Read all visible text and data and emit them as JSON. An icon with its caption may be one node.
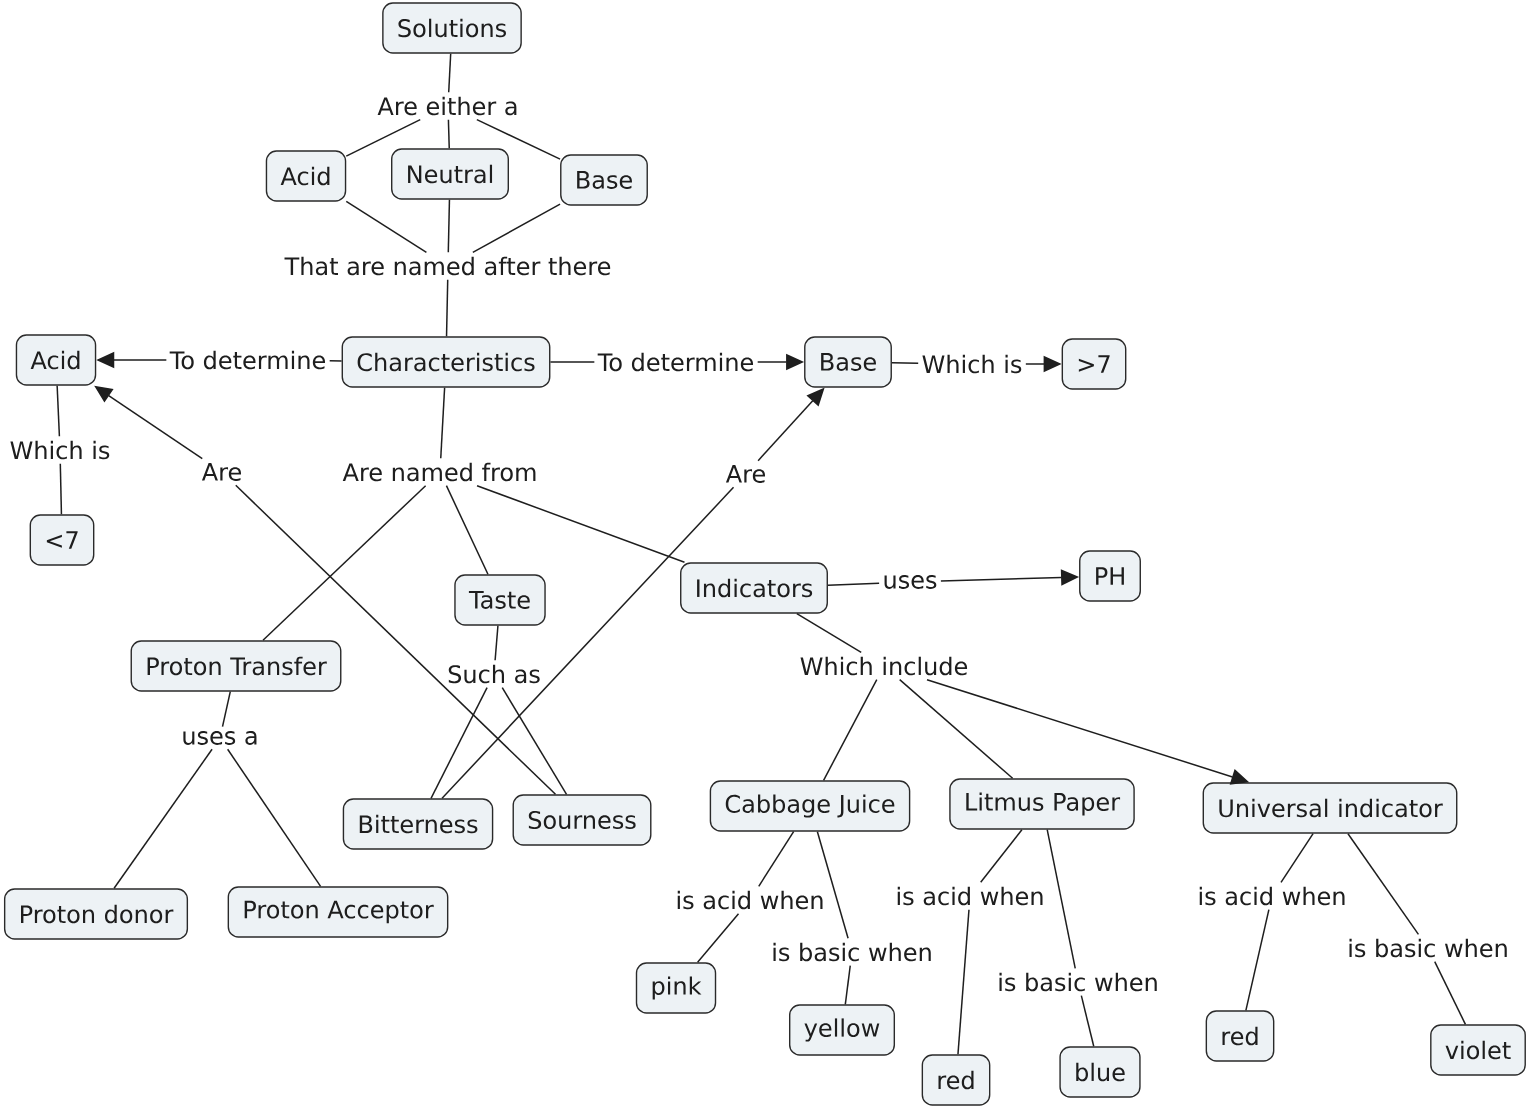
{
  "diagram": {
    "nodes": [
      {
        "text": [
          "Solutions"
        ]
      },
      {
        "text": [
          "Are either a"
        ]
      },
      {
        "text": [
          "Acid"
        ]
      },
      {
        "text": [
          "Neutral"
        ]
      },
      {
        "text": [
          "Base"
        ]
      },
      {
        "text": [
          "That are named after there"
        ]
      },
      {
        "text": [
          "Characteristics"
        ]
      },
      {
        "text": [
          "Acid"
        ]
      },
      {
        "text": [
          "To determine"
        ]
      },
      {
        "text": [
          "To determine"
        ]
      },
      {
        "text": [
          "Base"
        ]
      },
      {
        "text": [
          "Which is"
        ]
      },
      {
        "text": [
          ">7"
        ]
      },
      {
        "text": [
          "Which is"
        ]
      },
      {
        "text": [
          "<7"
        ]
      },
      {
        "text": [
          "Are"
        ]
      },
      {
        "text": [
          "Are named from"
        ]
      },
      {
        "text": [
          "Are"
        ]
      },
      {
        "text": [
          "Taste"
        ]
      },
      {
        "text": [
          "Indicators"
        ]
      },
      {
        "text": [
          "uses"
        ]
      },
      {
        "text": [
          "PH"
        ]
      },
      {
        "text": [
          "Proton Transfer"
        ]
      },
      {
        "text": [
          "Such as"
        ]
      },
      {
        "text": [
          "Which include"
        ]
      },
      {
        "text": [
          "uses a"
        ]
      },
      {
        "text": [
          "Bitterness"
        ]
      },
      {
        "text": [
          "Sourness"
        ]
      },
      {
        "text": [
          "Cabbage Juice"
        ]
      },
      {
        "text": [
          "Litmus Paper"
        ]
      },
      {
        "text": [
          "Universal indicator"
        ]
      },
      {
        "text": [
          "Proton donor"
        ]
      },
      {
        "text": [
          "Proton Acceptor"
        ]
      },
      {
        "text": [
          "is acid when"
        ]
      },
      {
        "text": [
          "is acid when"
        ]
      },
      {
        "text": [
          "is acid when"
        ]
      },
      {
        "text": [
          "is basic when"
        ]
      },
      {
        "text": [
          "is basic when"
        ]
      },
      {
        "text": [
          "is basic when"
        ]
      },
      {
        "text": [
          "pink"
        ]
      },
      {
        "text": [
          "yellow"
        ]
      },
      {
        "text": [
          "red"
        ]
      },
      {
        "text": [
          "blue"
        ]
      },
      {
        "text": [
          "red"
        ]
      },
      {
        "text": [
          "violet"
        ]
      }
    ],
    "edges": [
      {
        "from": 0,
        "to": 1,
        "arrow": "none"
      },
      {
        "from": 1,
        "to": 2,
        "arrow": "none"
      },
      {
        "from": 1,
        "to": 3,
        "arrow": "none"
      },
      {
        "from": 1,
        "to": 4,
        "arrow": "none"
      },
      {
        "from": 2,
        "to": 5,
        "arrow": "none"
      },
      {
        "from": 3,
        "to": 5,
        "arrow": "none"
      },
      {
        "from": 4,
        "to": 5,
        "arrow": "none"
      },
      {
        "from": 5,
        "to": 6,
        "arrow": "none"
      },
      {
        "from": 6,
        "to": 8,
        "arrow": "none"
      },
      {
        "from": 8,
        "to": 7,
        "arrow": "to"
      },
      {
        "from": 6,
        "to": 9,
        "arrow": "none"
      },
      {
        "from": 9,
        "to": 10,
        "arrow": "to"
      },
      {
        "from": 10,
        "to": 11,
        "arrow": "none"
      },
      {
        "from": 11,
        "to": 12,
        "arrow": "to"
      },
      {
        "from": 7,
        "to": 13,
        "arrow": "none"
      },
      {
        "from": 13,
        "to": 14,
        "arrow": "none"
      },
      {
        "from": 6,
        "to": 16,
        "arrow": "none"
      },
      {
        "from": 27,
        "to": 15,
        "arrow": "none"
      },
      {
        "from": 15,
        "to": 7,
        "arrow": "to"
      },
      {
        "from": 26,
        "to": 17,
        "arrow": "none"
      },
      {
        "from": 17,
        "to": 10,
        "arrow": "to"
      },
      {
        "from": 16,
        "to": 22,
        "arrow": "none"
      },
      {
        "from": 16,
        "to": 18,
        "arrow": "none"
      },
      {
        "from": 16,
        "to": 19,
        "arrow": "none"
      },
      {
        "from": 19,
        "to": 20,
        "arrow": "none"
      },
      {
        "from": 20,
        "to": 21,
        "arrow": "to"
      },
      {
        "from": 18,
        "to": 23,
        "arrow": "none"
      },
      {
        "from": 23,
        "to": 26,
        "arrow": "none"
      },
      {
        "from": 23,
        "to": 27,
        "arrow": "none"
      },
      {
        "from": 19,
        "to": 24,
        "arrow": "none"
      },
      {
        "from": 24,
        "to": 28,
        "arrow": "none"
      },
      {
        "from": 24,
        "to": 29,
        "arrow": "none"
      },
      {
        "from": 24,
        "to": 30,
        "arrow": "to"
      },
      {
        "from": 22,
        "to": 25,
        "arrow": "none"
      },
      {
        "from": 25,
        "to": 31,
        "arrow": "none"
      },
      {
        "from": 25,
        "to": 32,
        "arrow": "none"
      },
      {
        "from": 28,
        "to": 33,
        "arrow": "none"
      },
      {
        "from": 33,
        "to": 39,
        "arrow": "none"
      },
      {
        "from": 28,
        "to": 36,
        "arrow": "none"
      },
      {
        "from": 36,
        "to": 40,
        "arrow": "none"
      },
      {
        "from": 29,
        "to": 34,
        "arrow": "none"
      },
      {
        "from": 34,
        "to": 41,
        "arrow": "none"
      },
      {
        "from": 29,
        "to": 37,
        "arrow": "none"
      },
      {
        "from": 37,
        "to": 42,
        "arrow": "none"
      },
      {
        "from": 30,
        "to": 35,
        "arrow": "none"
      },
      {
        "from": 35,
        "to": 43,
        "arrow": "none"
      },
      {
        "from": 30,
        "to": 38,
        "arrow": "none"
      },
      {
        "from": 38,
        "to": 44,
        "arrow": "none"
      }
    ]
  }
}
